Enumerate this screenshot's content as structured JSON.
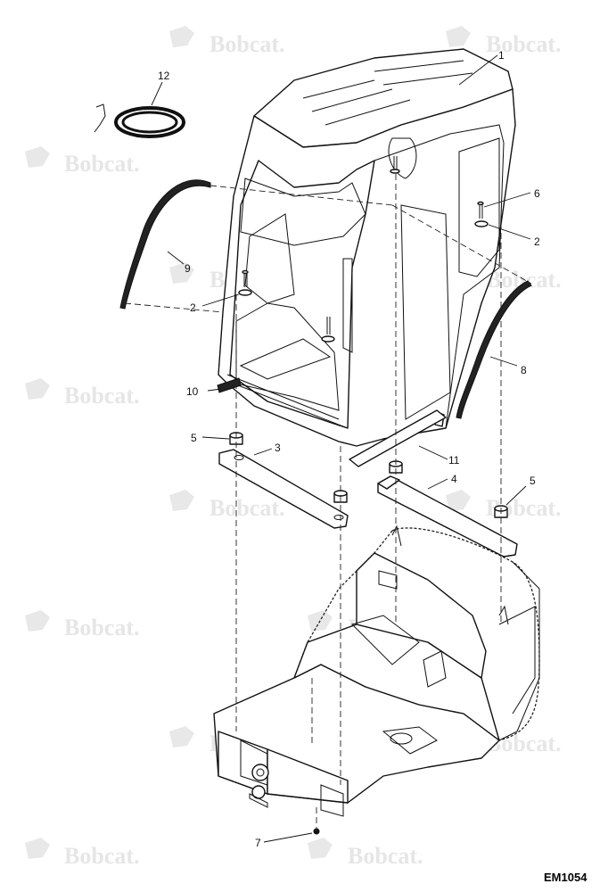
{
  "watermark": {
    "text": "Bobcat.",
    "color": "#e6e6e6"
  },
  "reference": "EM1054",
  "callouts": {
    "c1": "1",
    "c2a": "2",
    "c2b": "2",
    "c3": "3",
    "c4": "4",
    "c5a": "5",
    "c5b": "5",
    "c6": "6",
    "c7": "7",
    "c8": "8",
    "c9": "9",
    "c10": "10",
    "c11": "11",
    "c12": "12"
  }
}
